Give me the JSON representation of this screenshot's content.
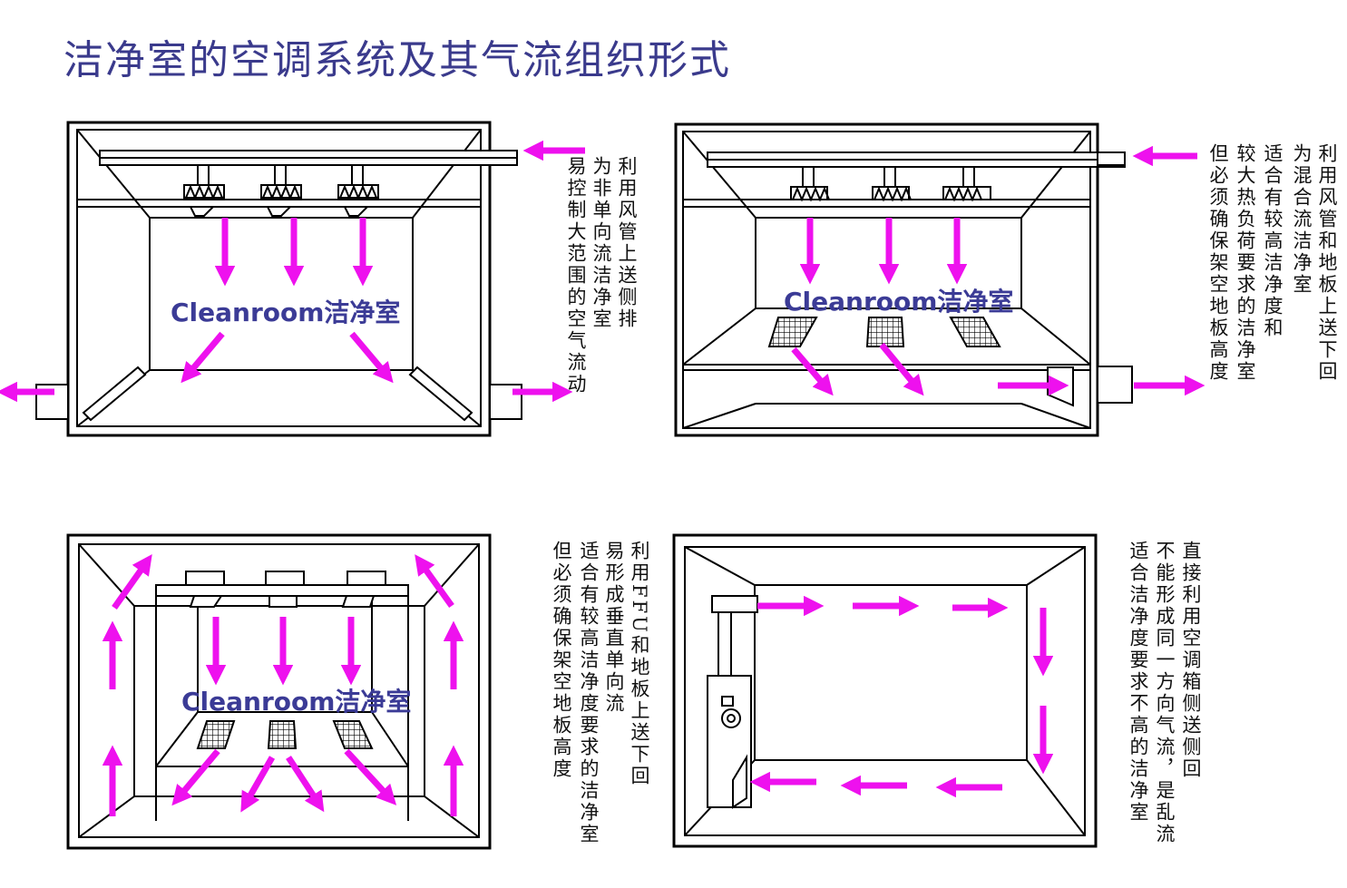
{
  "title": "洁净室的空调系统及其气流组织形式",
  "room_label": "Cleanroom洁净室",
  "colors": {
    "arrow": "#ee11ee",
    "title": "#3a3a8c",
    "label": "#3b3b96",
    "line": "#000000"
  },
  "panels": [
    {
      "id": "top-left",
      "caption": [
        "利用风管上送侧排",
        "为非单向流洁净室",
        "易控制大范围的空气流动"
      ]
    },
    {
      "id": "top-right",
      "caption": [
        "利用风管和地板上送下回",
        "为混合流洁净室",
        "适合有较高洁净度和",
        "较大热负荷要求的洁净室",
        "但必须确保架空地板高度"
      ]
    },
    {
      "id": "bottom-left",
      "caption": [
        "利用FFU和地板上送下回",
        "易形成垂直单向流",
        "适合有较高洁净度要求的洁净室",
        "但必须确保架空地板高度"
      ]
    },
    {
      "id": "bottom-right",
      "caption": [
        "直接利用空调箱侧送侧回",
        "不能形成同一方向气流，是乱流",
        "适合洁净度要求不高的洁净室"
      ]
    }
  ]
}
